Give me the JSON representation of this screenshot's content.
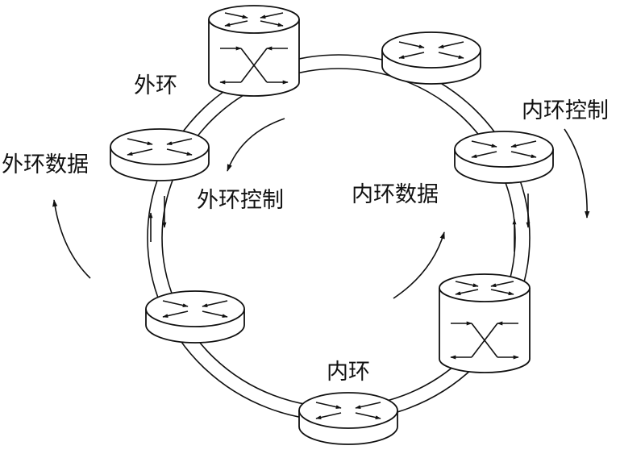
{
  "labels": {
    "outer_ring": "外环",
    "inner_ring": "内环",
    "outer_data": "外环数据",
    "outer_control": "外环控制",
    "inner_data": "内环数据",
    "inner_control": "内环控制"
  },
  "nodes": [
    {
      "id": "node-top",
      "kind": "switch"
    },
    {
      "id": "node-top-right",
      "kind": "router"
    },
    {
      "id": "node-right",
      "kind": "router"
    },
    {
      "id": "node-bottom-right",
      "kind": "switch"
    },
    {
      "id": "node-bottom",
      "kind": "router"
    },
    {
      "id": "node-bottom-left",
      "kind": "router"
    },
    {
      "id": "node-left",
      "kind": "router"
    }
  ],
  "colors": {
    "ink": "#111111",
    "background": "#ffffff"
  }
}
